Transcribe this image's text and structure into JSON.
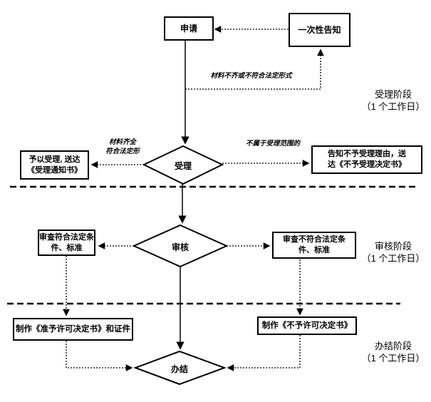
{
  "flowchart": {
    "nodes": {
      "apply": "申请",
      "notice": "一次性告知",
      "accept": "受理",
      "review": "审核",
      "finish": "办结",
      "accept_yes_line1": "予以受理, 送达",
      "accept_yes_line2": "《受理通知书》",
      "accept_no_line1": "告知不予受理理由，送",
      "accept_no_line2": "达《不予受理决定书》",
      "review_yes_line1": "审查符合法定条",
      "review_yes_line2": "件、标准",
      "review_no_line1": "审查不符合法定条",
      "review_no_line2": "件、标准",
      "make_permit": "制作《准予许可决定书》和证件",
      "make_denial": "制作《不予许可决定书》"
    },
    "edge_labels": {
      "materials_incomplete": "材料不齐或不符合法定形式",
      "materials_complete_line1": "材料齐全",
      "materials_complete_line2": "符合法定形",
      "out_of_scope": "不属于受理范围的"
    },
    "stages": [
      {
        "name": "受理阶段",
        "duration": "（1 个工作日）"
      },
      {
        "name": "审核阶段",
        "duration": "（1 个工作日）"
      },
      {
        "name": "办结阶段",
        "duration": "（1 个工作日）"
      }
    ],
    "colors": {
      "ink": "#000000",
      "background": "#ffffff"
    }
  }
}
